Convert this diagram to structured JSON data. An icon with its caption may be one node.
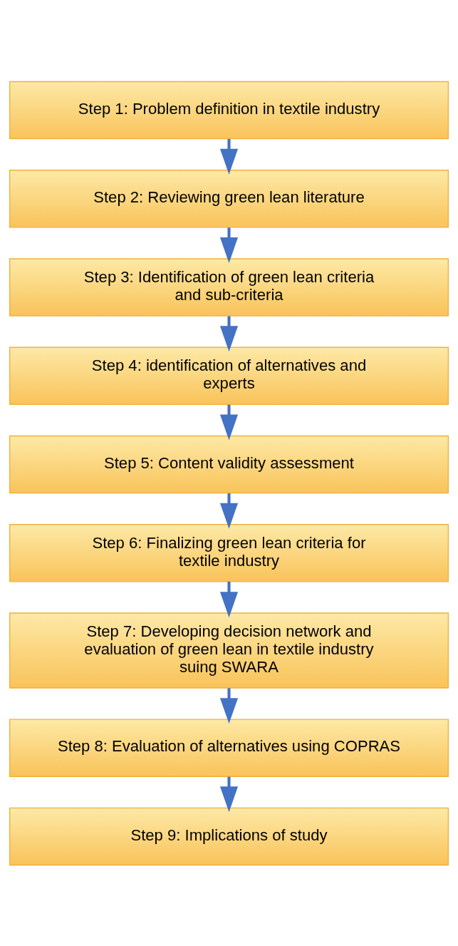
{
  "diagram": {
    "nodes": [
      {
        "text": [
          "Step 1: Problem definition in textile industry"
        ]
      },
      {
        "text": [
          "Step 2: Reviewing green lean literature"
        ]
      },
      {
        "text": [
          "Step 3: Identification of green lean criteria and sub-criteria"
        ]
      },
      {
        "text": [
          "Step 4: identification of alternatives and experts"
        ]
      },
      {
        "text": [
          "Step 5: Content validity assessment"
        ]
      },
      {
        "text": [
          "Step 6: Finalizing green lean criteria for textile industry"
        ]
      },
      {
        "text": [
          "Step 7: Developing decision network and evaluation of green lean in textile industry suing SWARA"
        ]
      },
      {
        "text": [
          "Step 8: Evaluation of alternatives using COPRAS"
        ]
      },
      {
        "text": [
          "Step 9: Implications of study"
        ]
      }
    ],
    "edges": [
      {
        "from": 0,
        "to": 1,
        "arrow": "to"
      },
      {
        "from": 1,
        "to": 2,
        "arrow": "to"
      },
      {
        "from": 2,
        "to": 3,
        "arrow": "to"
      },
      {
        "from": 3,
        "to": 4,
        "arrow": "to"
      },
      {
        "from": 4,
        "to": 5,
        "arrow": "to"
      },
      {
        "from": 5,
        "to": 6,
        "arrow": "to"
      },
      {
        "from": 6,
        "to": 7,
        "arrow": "to"
      },
      {
        "from": 7,
        "to": 8,
        "arrow": "to"
      }
    ]
  }
}
